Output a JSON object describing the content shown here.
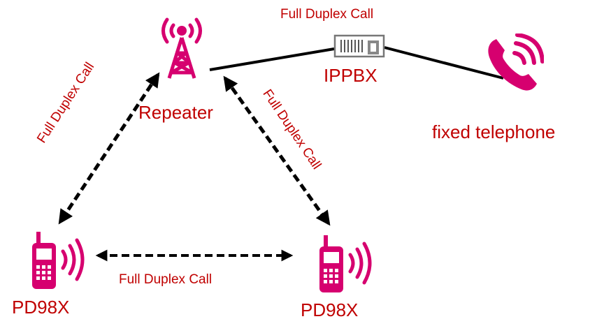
{
  "colors": {
    "accent": "#d6006f",
    "label_text": "#c00000",
    "line": "#000000",
    "pbx_gray": "#777777"
  },
  "nodes": {
    "repeater": {
      "label": "Repeater",
      "icon": "radio-tower-icon"
    },
    "ippbx": {
      "label": "IPPBX",
      "icon": "ip-pbx-box-icon"
    },
    "fixed_telephone": {
      "label": "fixed telephone",
      "icon": "phone-handset-icon"
    },
    "radio_left": {
      "label": "PD98X",
      "icon": "walkie-talkie-icon"
    },
    "radio_right": {
      "label": "PD98X",
      "icon": "walkie-talkie-icon"
    }
  },
  "links": {
    "repeater_to_pbx": "Full Duplex Call",
    "repeater_to_radio_left": "Full Duplex Call",
    "repeater_to_radio_right": "Full Duplex Call",
    "radio_to_radio": "Full Duplex Call"
  }
}
